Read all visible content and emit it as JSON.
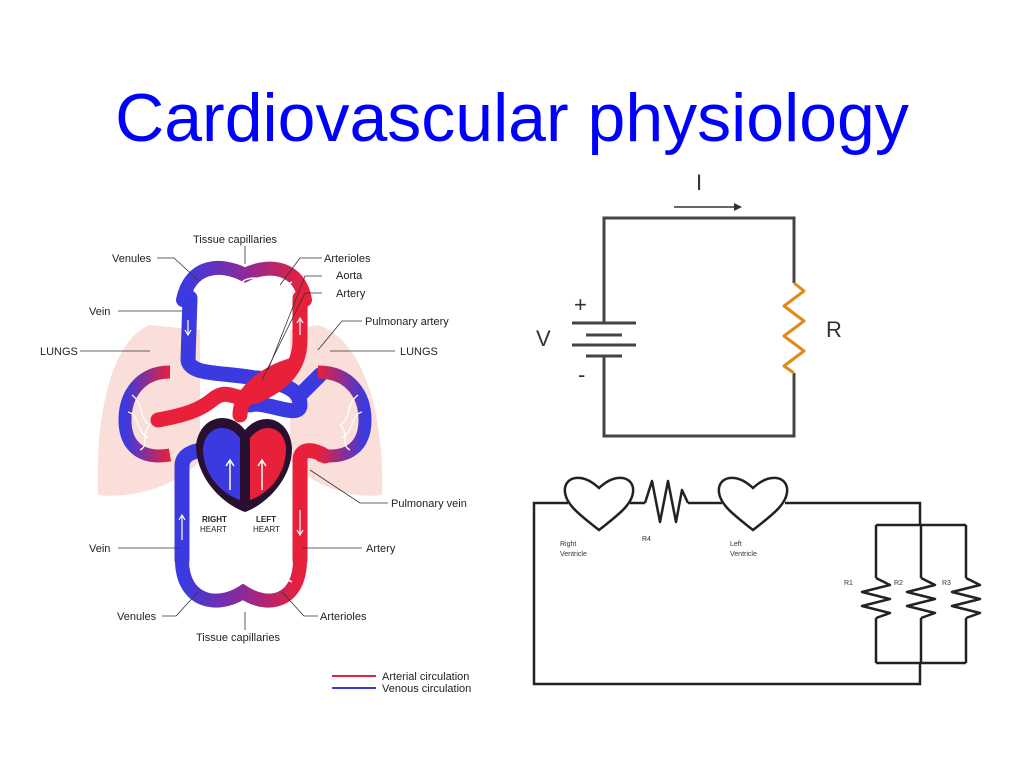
{
  "slide": {
    "title": "Cardiovascular physiology",
    "title_color": "#0000ff"
  },
  "circulation_diagram": {
    "labels": {
      "tissue_capillaries_top": "Tissue capillaries",
      "venules_top": "Venules",
      "arterioles_top": "Arterioles",
      "aorta": "Aorta",
      "artery_top": "Artery",
      "vein_top": "Vein",
      "pulmonary_artery": "Pulmonary artery",
      "lungs_left": "LUNGS",
      "lungs_right": "LUNGS",
      "right_heart_1": "RIGHT",
      "right_heart_2": "HEART",
      "left_heart_1": "LEFT",
      "left_heart_2": "HEART",
      "pulmonary_vein": "Pulmonary vein",
      "vein_bottom": "Vein",
      "artery_bottom": "Artery",
      "venules_bottom": "Venules",
      "arterioles_bottom": "Arterioles",
      "tissue_capillaries_bottom": "Tissue capillaries"
    },
    "legend": [
      {
        "label": "Arterial circulation",
        "color": "#e8203a"
      },
      {
        "label": "Venous circulation",
        "color": "#3a3ae0"
      }
    ],
    "colors": {
      "arterial": "#e8203a",
      "venous": "#3a3ae0",
      "lung": "#f7d6d0",
      "heart_dark": "#2a1030"
    }
  },
  "simple_circuit": {
    "current_label": "I",
    "voltage_label": "V",
    "plus_label": "+",
    "minus_label": "-",
    "resistor_label": "R"
  },
  "heart_circuit": {
    "right_ventricle_1": "Right",
    "right_ventricle_2": "Ventricle",
    "left_ventricle_1": "Left",
    "left_ventricle_2": "Ventricle",
    "r4": "R4",
    "r1": "R1",
    "r2": "R2",
    "r3": "R3"
  }
}
